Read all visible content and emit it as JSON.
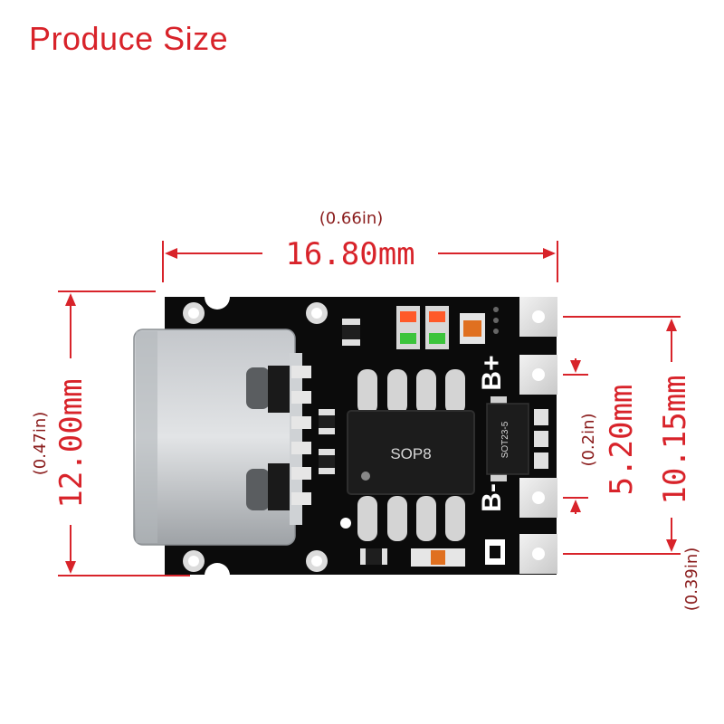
{
  "heading": "Produce Size",
  "dimensions": {
    "width": {
      "mm": "16.80mm",
      "in": "(0.66in)"
    },
    "height": {
      "mm": "12.00mm",
      "in": "(0.47in)"
    },
    "pad_spacing": {
      "mm": "5.20mm",
      "in": "(0.2in)"
    },
    "pad_span": {
      "mm": "10.15mm",
      "in": "(0.39in)"
    }
  },
  "board": {
    "main_chip": "SOP8",
    "small_chip": "SOT23-5",
    "pad_b_plus": "B+",
    "pad_b_minus": "B-"
  },
  "colors": {
    "accent": "#d8232a",
    "board": "#0b0b0b"
  }
}
